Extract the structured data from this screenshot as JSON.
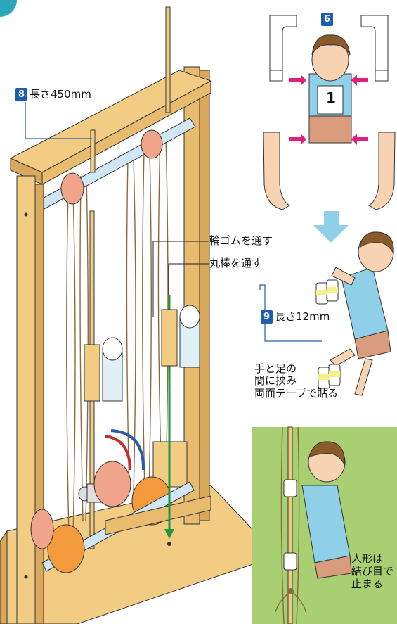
{
  "labels": {
    "step8_number": "8",
    "step8_text": "長さ450mm",
    "step6_number": "6",
    "rubber_band": "輪ゴムを通す",
    "round_rod": "丸棒を通す",
    "step9_number": "9",
    "step9_text": "長さ12mm",
    "attach_note_line1": "手と足の",
    "attach_note_line2": "間に挟み",
    "attach_note_line3": "両面テープで貼る",
    "stop_note_line1": "人形は",
    "stop_note_line2": "結び目で",
    "stop_note_line3": "止まる",
    "bib_number": "1"
  },
  "colors": {
    "wood": "#f3cc84",
    "wood_dark": "#d9a85a",
    "pulley_pink": "#f0a58a",
    "pulley_orange": "#f39a3c",
    "rod_blue": "#cfe7f5",
    "badge_blue": "#1b5fae",
    "arrow_green": "#1a9a3a",
    "arrow_magenta": "#e0207a",
    "down_arrow": "#8fd0e8",
    "inset_green": "#a8cf72"
  }
}
